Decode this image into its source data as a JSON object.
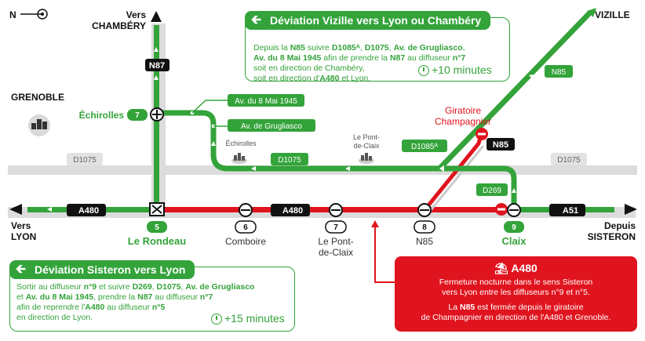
{
  "compass": {
    "label": "N"
  },
  "directions": {
    "chambery_vers": "Vers",
    "chambery": "CHAMBÉRY",
    "vizille": "VIZILLE",
    "lyon_vers": "Vers",
    "lyon": "LYON",
    "sisteron_from": "Depuis",
    "sisteron": "SISTERON",
    "grenoble": "GRENOBLE"
  },
  "roads": {
    "n87": "N87",
    "n85_top": "N85",
    "n85_black": "N85",
    "a480_left": "A480",
    "a480_mid": "A480",
    "a51": "A51",
    "d1075_left": "D1075",
    "d1075_right": "D1075",
    "d1075_green": "D1075",
    "d1085a": "D1085ᴬ",
    "d269": "D269",
    "av_8mai": "Av. du 8 Mai 1945",
    "av_grugliasco": "Av. de Grugliasco",
    "giratoire_line1": "Giratoire",
    "giratoire_line2": "Champagnier"
  },
  "places": {
    "echirolles_small": "Échirolles",
    "pontdeclaix_small_1": "Le Pont-",
    "pontdeclaix_small_2": "de-Claix",
    "echirolles_exit": "Échirolles"
  },
  "exits": [
    {
      "num": "5",
      "name": "Le Rondeau"
    },
    {
      "num": "6",
      "name": "Comboire"
    },
    {
      "num": "7",
      "name_1": "Le Pont-",
      "name_2": "de-Claix"
    },
    {
      "num": "8",
      "name": "N85"
    },
    {
      "num": "9",
      "name": "Claix"
    },
    {
      "num": "7",
      "name": ""
    }
  ],
  "deviation_vizille": {
    "title": "Déviation Vizille vers Lyon ou Chambéry",
    "t1": "Depuis la ",
    "b1": "N85",
    "t2": " suivre ",
    "b2": "D1085ᴬ",
    "t3": ", ",
    "b3": "D1075",
    "t4": ", ",
    "b4": "Av. de Grugliasco",
    "t5": ",",
    "b5": "Av. du 8 Mai 1945",
    "t6": " afin de prendre la ",
    "b6": "N87",
    "t7": " au diffuseur ",
    "b7": "n°7",
    "line3": "soit en direction de Chambéry,",
    "t8": "soit en direction d'",
    "b8": "A480",
    "t9": " et Lyon.",
    "time": "+10 minutes"
  },
  "deviation_sisteron": {
    "title": "Déviation Sisteron vers Lyon",
    "t1": "Sortir au diffuseur ",
    "b1": "n°9",
    "t2": " et suivre ",
    "b2": "D269",
    "t3": ", ",
    "b3": "D1075",
    "t4": ", ",
    "b4": "Av. de Grugliasco",
    "t5": "et ",
    "b5": "Av. du 8 Mai 1945",
    "t6": ", prendre la ",
    "b6": "N87",
    "t7": " au diffuseur ",
    "b7": "n°7",
    "t8": "afin de reprendre l'",
    "b8": "A480",
    "t9": " au diffuseur ",
    "b9": "n°5",
    "line4": "en direction de Lyon.",
    "time": "+15 minutes"
  },
  "closure": {
    "title": "A480",
    "p1_l1": "Fermeture nocturne dans le sens Sisteron",
    "p1_l2": "vers Lyon entre les diffuseurs n°9 et n°5.",
    "p2_t1": "La ",
    "p2_b1": "N85",
    "p2_t2": " est fermée depuis le giratoire",
    "p2_l2": "de Champagnier en direction de l'A480 et Grenoble."
  },
  "colors": {
    "green": "#33a33a",
    "red": "#e0141e",
    "black": "#111111",
    "grey": "#d9d9d9"
  }
}
